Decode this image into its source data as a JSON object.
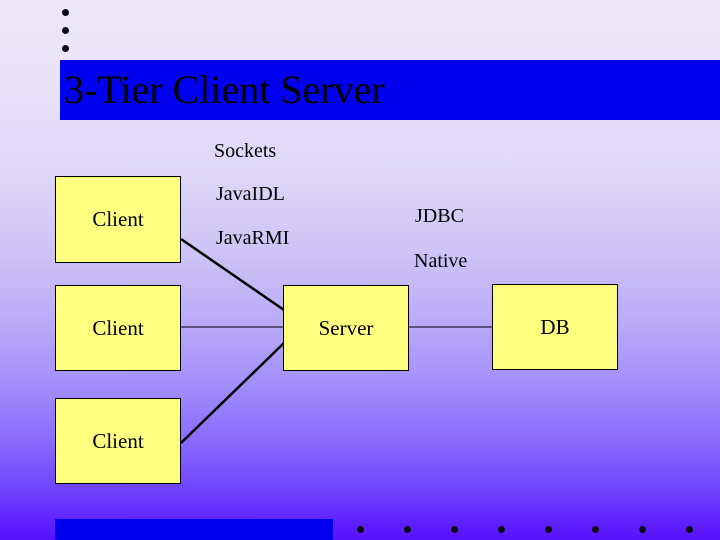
{
  "slide": {
    "title": "3-Tier Client Server",
    "title_banner_color": "#0000ee",
    "background_top_color": "#ece8f9",
    "background_bottom_color": "#5712fe",
    "box_fill_color": "#ffff80",
    "box_border_color": "#000000",
    "text_color": "#000000"
  },
  "top_bullets": [
    {
      "name": "bullet-dot-1"
    },
    {
      "name": "bullet-dot-2"
    },
    {
      "name": "bullet-dot-3"
    }
  ],
  "diagram": {
    "boxes": [
      {
        "id": "client-1",
        "label": "Client"
      },
      {
        "id": "client-2",
        "label": "Client"
      },
      {
        "id": "client-3",
        "label": "Client"
      },
      {
        "id": "server",
        "label": "Server"
      },
      {
        "id": "db",
        "label": "DB"
      }
    ],
    "protocol_labels": [
      {
        "id": "sockets",
        "text": "Sockets"
      },
      {
        "id": "javaidl",
        "text": "JavaIDL"
      },
      {
        "id": "javarmi",
        "text": "JavaRMI"
      },
      {
        "id": "jdbc",
        "text": "JDBC"
      },
      {
        "id": "native",
        "text": "Native"
      }
    ],
    "connectors": [
      {
        "id": "client1-to-server",
        "from": "client-1",
        "to": "server"
      },
      {
        "id": "client2-to-server",
        "from": "client-2",
        "to": "server"
      },
      {
        "id": "client3-to-server",
        "from": "client-3",
        "to": "server"
      },
      {
        "id": "server-to-db",
        "from": "server",
        "to": "db"
      }
    ]
  },
  "footer": {
    "bar_color": "#0000ee",
    "dot_count": 8
  }
}
